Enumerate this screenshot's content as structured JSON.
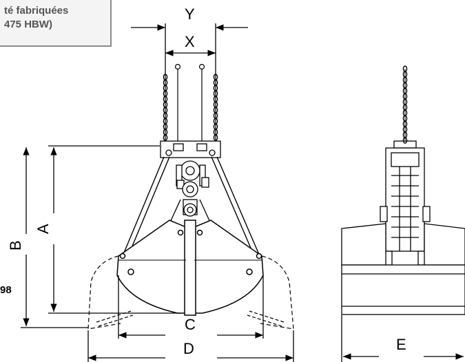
{
  "note": {
    "line1": "té fabriquées",
    "line2": "475 HBW)"
  },
  "dimensions": {
    "Y": "Y",
    "X": "X",
    "A": "A",
    "B": "B",
    "C": "C",
    "D": "D",
    "E": "E"
  },
  "edge_value": "98",
  "colors": {
    "line": "#000000",
    "note_border": "#8a8a8a",
    "note_text": "#555555"
  }
}
